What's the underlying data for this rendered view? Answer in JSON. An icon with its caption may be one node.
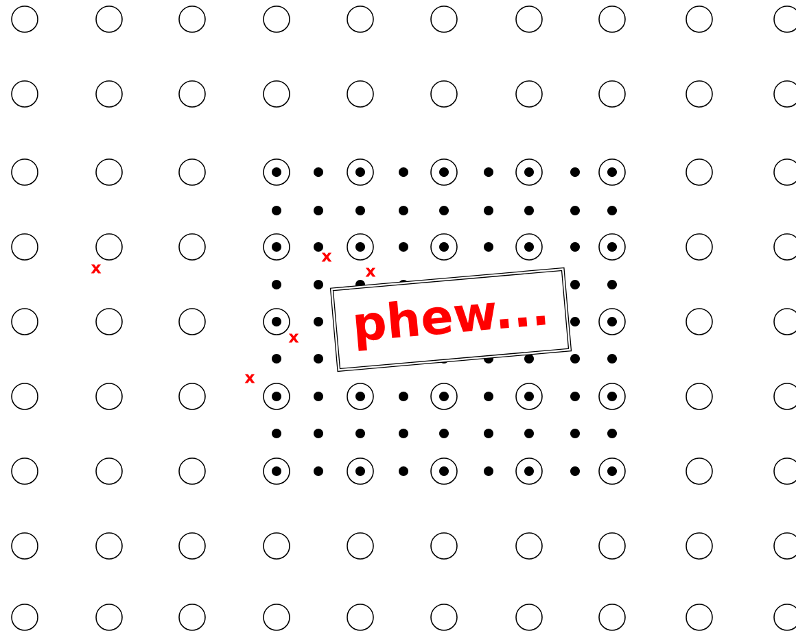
{
  "diagram": {
    "nodes": [
      {
        "text": [
          "phew..."
        ]
      }
    ],
    "labels": [
      "x",
      "x",
      "x",
      "x",
      "x"
    ]
  }
}
